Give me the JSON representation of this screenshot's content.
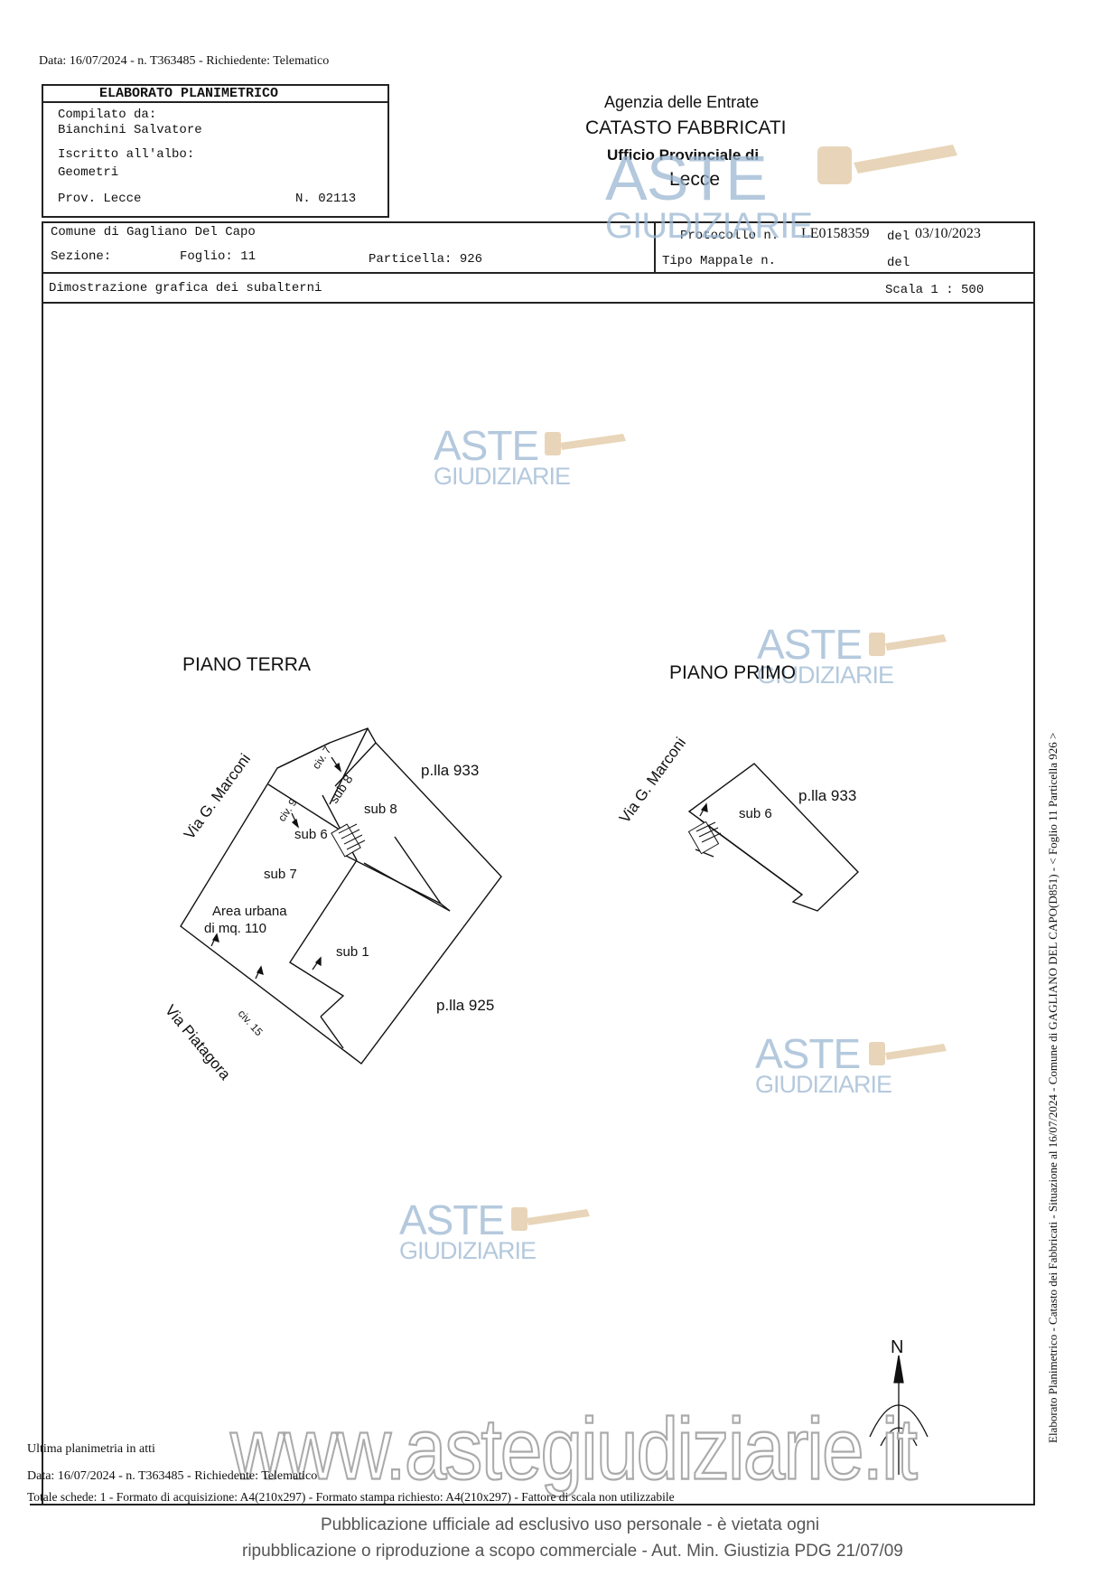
{
  "top_info": "Data: 16/07/2024 - n. T363485 - Richiedente: Telematico",
  "header": {
    "title": "ELABORATO PLANIMETRICO",
    "compilato_label": "Compilato da:",
    "compilato_name": "Bianchini Salvatore",
    "iscritto_label": "Iscritto all'albo:",
    "iscritto_value": "Geometri",
    "prov": "Prov. Lecce",
    "numero": "N. 02113"
  },
  "agency": {
    "line1": "Agenzia delle Entrate",
    "line2": "CATASTO FABBRICATI",
    "line3": "Ufficio Provinciale di",
    "line4": "Lecce"
  },
  "info_row": {
    "comune": "Comune di Gagliano Del Capo",
    "sezione": "Sezione:",
    "foglio": "Foglio: 11",
    "particella": "Particella: 926",
    "protocollo_label": "Protocollo n.",
    "protocollo_value": "LE0158359",
    "del_label": "del",
    "protocollo_date": "03/10/2023",
    "tipo_mappale": "Tipo Mappale n.",
    "del_label2": "del"
  },
  "subtitle": {
    "left": "Dimostrazione grafica dei subalterni",
    "scale": "Scala 1 : 500"
  },
  "plan": {
    "piano_terra": "PIANO TERRA",
    "piano_primo": "PIANO PRIMO",
    "via_marconi": "Via G. Marconi",
    "via_piatagora": "Via Piatagora",
    "civ7": "civ. 7",
    "civ9": "civ. 9",
    "civ15": "civ. 15",
    "sub8_small": "sub 8",
    "sub8": "sub 8",
    "sub6": "sub 6",
    "sub7": "sub 7",
    "sub1": "sub 1",
    "area_line1": "Area urbana",
    "area_line2": "di mq. 110",
    "plla933": "p.lla 933",
    "plla925": "p.lla 925",
    "sub6_primo": "sub 6",
    "plla933_primo": "p.lla 933",
    "north": "N"
  },
  "side_text": "Elaborato Planimetrico - Catasto dei Fabbricati - Situazione al 16/07/2024 - Comune di GAGLIANO DEL CAPO(D851) - < Foglio 11 Particella 926 >",
  "watermark": {
    "big": "ASTE",
    "small": "GIUDIZIARIE",
    "url": "www.astegiudiziarie.it"
  },
  "footer": {
    "ultima": "Ultima planimetria in atti",
    "data": "Data: 16/07/2024 - n. T363485 - Richiedente: Telematico",
    "totale": "Totale schede: 1 - Formato di acquisizione: A4(210x297) - Formato stampa richiesto: A4(210x297) - Fattore di scala non utilizzabile",
    "pub1": "Pubblicazione ufficiale ad esclusivo uso personale - è vietata ogni",
    "pub2": "ripubblicazione o riproduzione a scopo commerciale - Aut. Min. Giustizia PDG 21/07/09"
  }
}
